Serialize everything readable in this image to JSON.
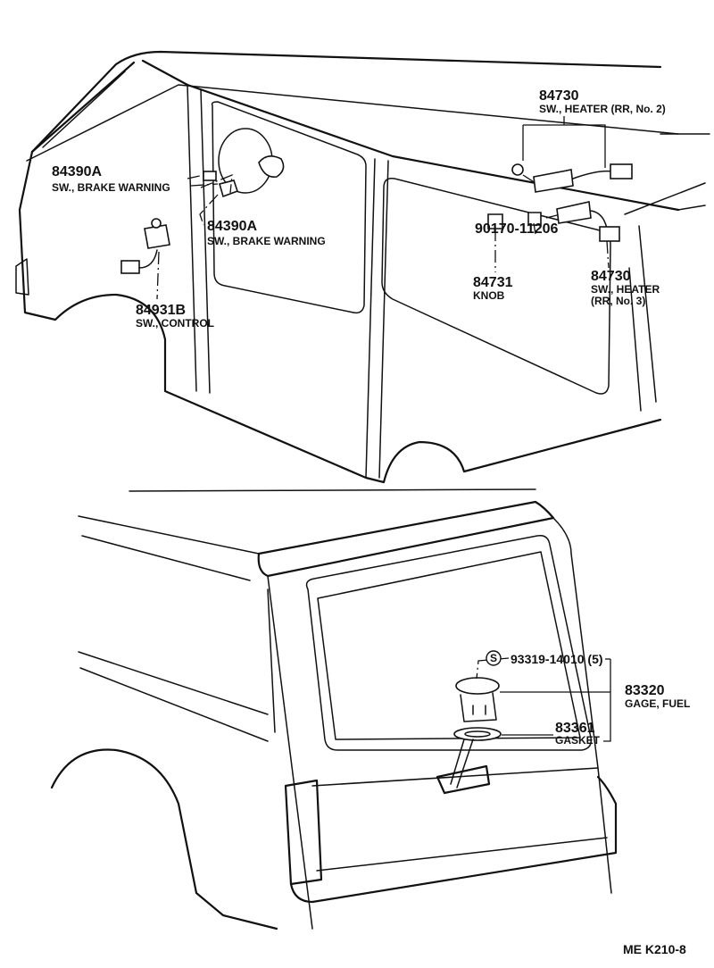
{
  "callouts": {
    "brake_warning_left": {
      "number": "84390A",
      "name": "SW., BRAKE WARNING"
    },
    "brake_warning_mid": {
      "number": "84390A",
      "name": "SW., BRAKE WARNING"
    },
    "control": {
      "number": "84931B",
      "name": "SW., CONTROL"
    },
    "heater_no2": {
      "number": "84730",
      "name": "SW., HEATER (RR, No. 2)"
    },
    "heater_no3": {
      "number": "84730",
      "name_line1": "SW., HEATER",
      "name_line2": "(RR, No. 3)"
    },
    "nut": {
      "number": "90170-11206"
    },
    "knob": {
      "number": "84731",
      "name": "KNOB"
    },
    "screw": {
      "symbol": "S",
      "number": "93319-14010 (5)"
    },
    "fuel_gage": {
      "number": "83320",
      "name": "GAGE, FUEL"
    },
    "gasket": {
      "number": "83361",
      "name": "GASKET"
    }
  },
  "diagram_code": "ME  K210-8"
}
